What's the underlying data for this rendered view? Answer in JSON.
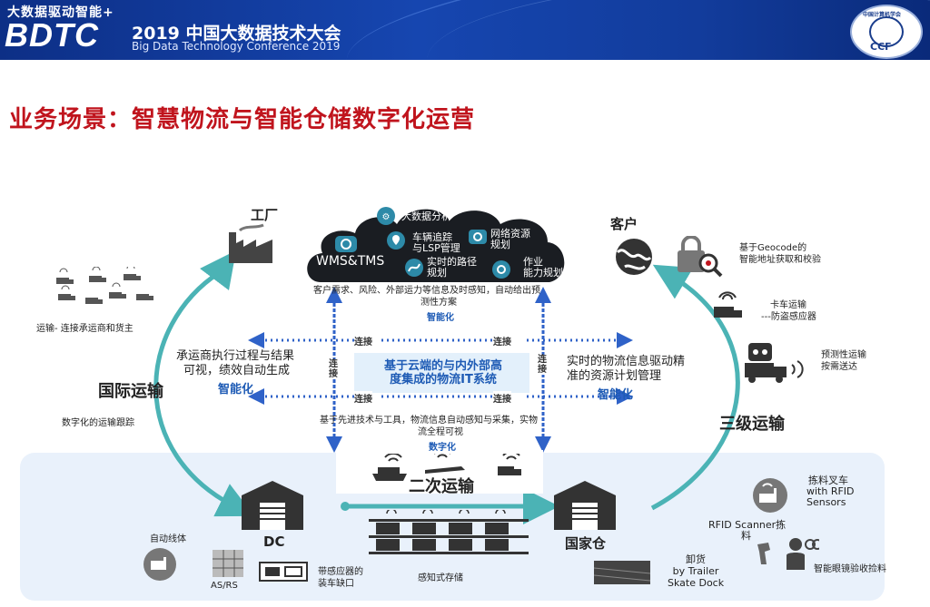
{
  "header": {
    "tagline": "大数据驱动智能+",
    "logo": "BDTC",
    "conference_title": "2019 中国大数据技术大会",
    "conference_subtitle": "Big Data Technology Conference 2019",
    "ccf_top": "中国计算机学会",
    "ccf_logo": "CCF"
  },
  "slide": {
    "title": "业务场景：智慧物流与智能仓储数字化运营"
  },
  "cloud": {
    "label_main": "WMS&TMS",
    "label_bigdata": "大数据分析",
    "label_tracking_1": "车辆追踪",
    "label_tracking_2": "与LSP管理",
    "label_network_1": "网络资源",
    "label_network_2": "规划",
    "label_route_1": "实时的路径",
    "label_route_2": "规划",
    "label_capacity_1": "作业",
    "label_capacity_2": "能力规划"
  },
  "center": {
    "top_desc_1": "客户需求、风险、外部运力等信息及时感知，自动给出预",
    "top_desc_2": "测性方案",
    "top_tag": "智能化",
    "core_1": "基于云端的与内外部高",
    "core_2": "度集成的物流IT系统",
    "bottom_desc_1": "基于先进技术与工具，物流信息自动感知与采集，实物",
    "bottom_desc_2": "流全程可视",
    "bottom_tag": "数字化",
    "connect": "连接"
  },
  "left": {
    "factory": "工厂",
    "transport_label": "运输- 连接承运商和货主",
    "desc_1": "承运商执行过程与结果",
    "desc_2": "可视，绩效自动生成",
    "tag": "智能化",
    "intl": "国际运输",
    "tracking": "数字化的运输跟踪"
  },
  "right": {
    "customer": "客户",
    "geocode_1": "基于Geocode的",
    "geocode_2": "智能地址获取和校验",
    "truck_1": "卡车运输",
    "truck_2": "---防盗感应器",
    "predict_1": "预测性运输",
    "predict_2": "按需送达",
    "desc_1": "实时的物流信息驱动精",
    "desc_2": "准的资源计划管理",
    "tag": "智能化",
    "tertiary": "三级运输"
  },
  "bottom": {
    "secondary": "二次运输",
    "dc": "DC",
    "national": "国家仓",
    "auto_line": "自动线体",
    "asrs": "AS/RS",
    "dock_1": "带感应器的",
    "dock_2": "装车缺口",
    "storage": "感知式存储",
    "unload_1": "卸货",
    "unload_2": "by Trailer",
    "unload_3": "Skate Dock",
    "forklift_1": "拣料叉车",
    "forklift_2": "with RFID",
    "forklift_3": "Sensors",
    "scanner_1": "RFID Scanner拣",
    "scanner_2": "料",
    "glasses": "智能眼镜验收捡料"
  },
  "colors": {
    "header_blue": "#1646b0",
    "title_red": "#c0141d",
    "teal": "#4bb3b5",
    "link_blue": "#2f62c8",
    "tag_blue": "#1e5bb5"
  }
}
